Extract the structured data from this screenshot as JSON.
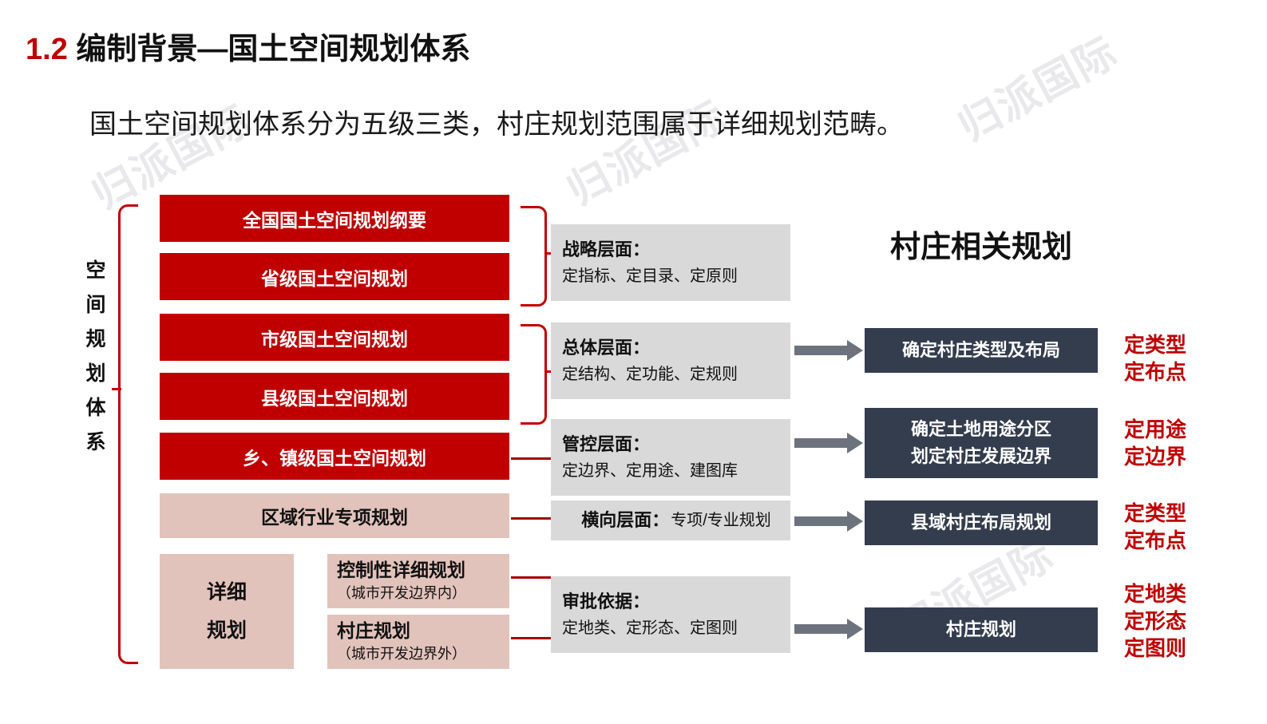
{
  "slide": {
    "title_number": "1.2",
    "title_text": "编制背景—国土空间规划体系",
    "subtitle": "国土空间规划体系分为五级三类，村庄规划范围属于详细规划范畴。",
    "watermark": "归派国际"
  },
  "left_axis": {
    "label_chars": [
      "空",
      "间",
      "规",
      "划",
      "体",
      "系"
    ]
  },
  "levels": [
    {
      "label": "全国国土空间规划纲要",
      "style": "red"
    },
    {
      "label": "省级国土空间规划",
      "style": "red"
    },
    {
      "label": "市级国土空间规划",
      "style": "red"
    },
    {
      "label": "县级国土空间规划",
      "style": "red"
    },
    {
      "label": "乡、镇级国土空间规划",
      "style": "red"
    },
    {
      "label": "区域行业专项规划",
      "style": "pink"
    }
  ],
  "detail_block": {
    "group_line1": "详细",
    "group_line2": "规划",
    "items": [
      {
        "title": "控制性详细规划",
        "note": "（城市开发边界内）"
      },
      {
        "title": "村庄规划",
        "note": "（城市开发边界外）"
      }
    ]
  },
  "layers": [
    {
      "heading": "战略层面：",
      "body": "定指标、定目录、定原则",
      "inline": false
    },
    {
      "heading": "总体层面：",
      "body": "定结构、定功能、定规则",
      "inline": false
    },
    {
      "heading": "管控层面：",
      "body": "定边界、定用途、建图库",
      "inline": false
    },
    {
      "heading": "横向层面：",
      "body": "专项/专业规划",
      "inline": true
    },
    {
      "heading": "审批依据：",
      "body": "定地类、定形态、定图则",
      "inline": false
    }
  ],
  "right_panel": {
    "title": "村庄相关规划",
    "cards": [
      {
        "lines": [
          "确定村庄类型及布局"
        ],
        "tags": [
          "定类型",
          "定布点"
        ]
      },
      {
        "lines": [
          "确定土地用途分区",
          "划定村庄发展边界"
        ],
        "tags": [
          "定用途",
          "定边界"
        ]
      },
      {
        "lines": [
          "县域村庄布局规划"
        ],
        "tags": [
          "定类型",
          "定布点"
        ]
      },
      {
        "lines": [
          "村庄规划"
        ],
        "tags": [
          "定地类",
          "定形态",
          "定图则"
        ]
      }
    ]
  },
  "colors": {
    "brand_red": "#c00000",
    "pink": "#e2c3bb",
    "gray_box": "#d9d9d9",
    "dark_navy": "#343d4e",
    "arrow_gray": "#6d737c"
  }
}
